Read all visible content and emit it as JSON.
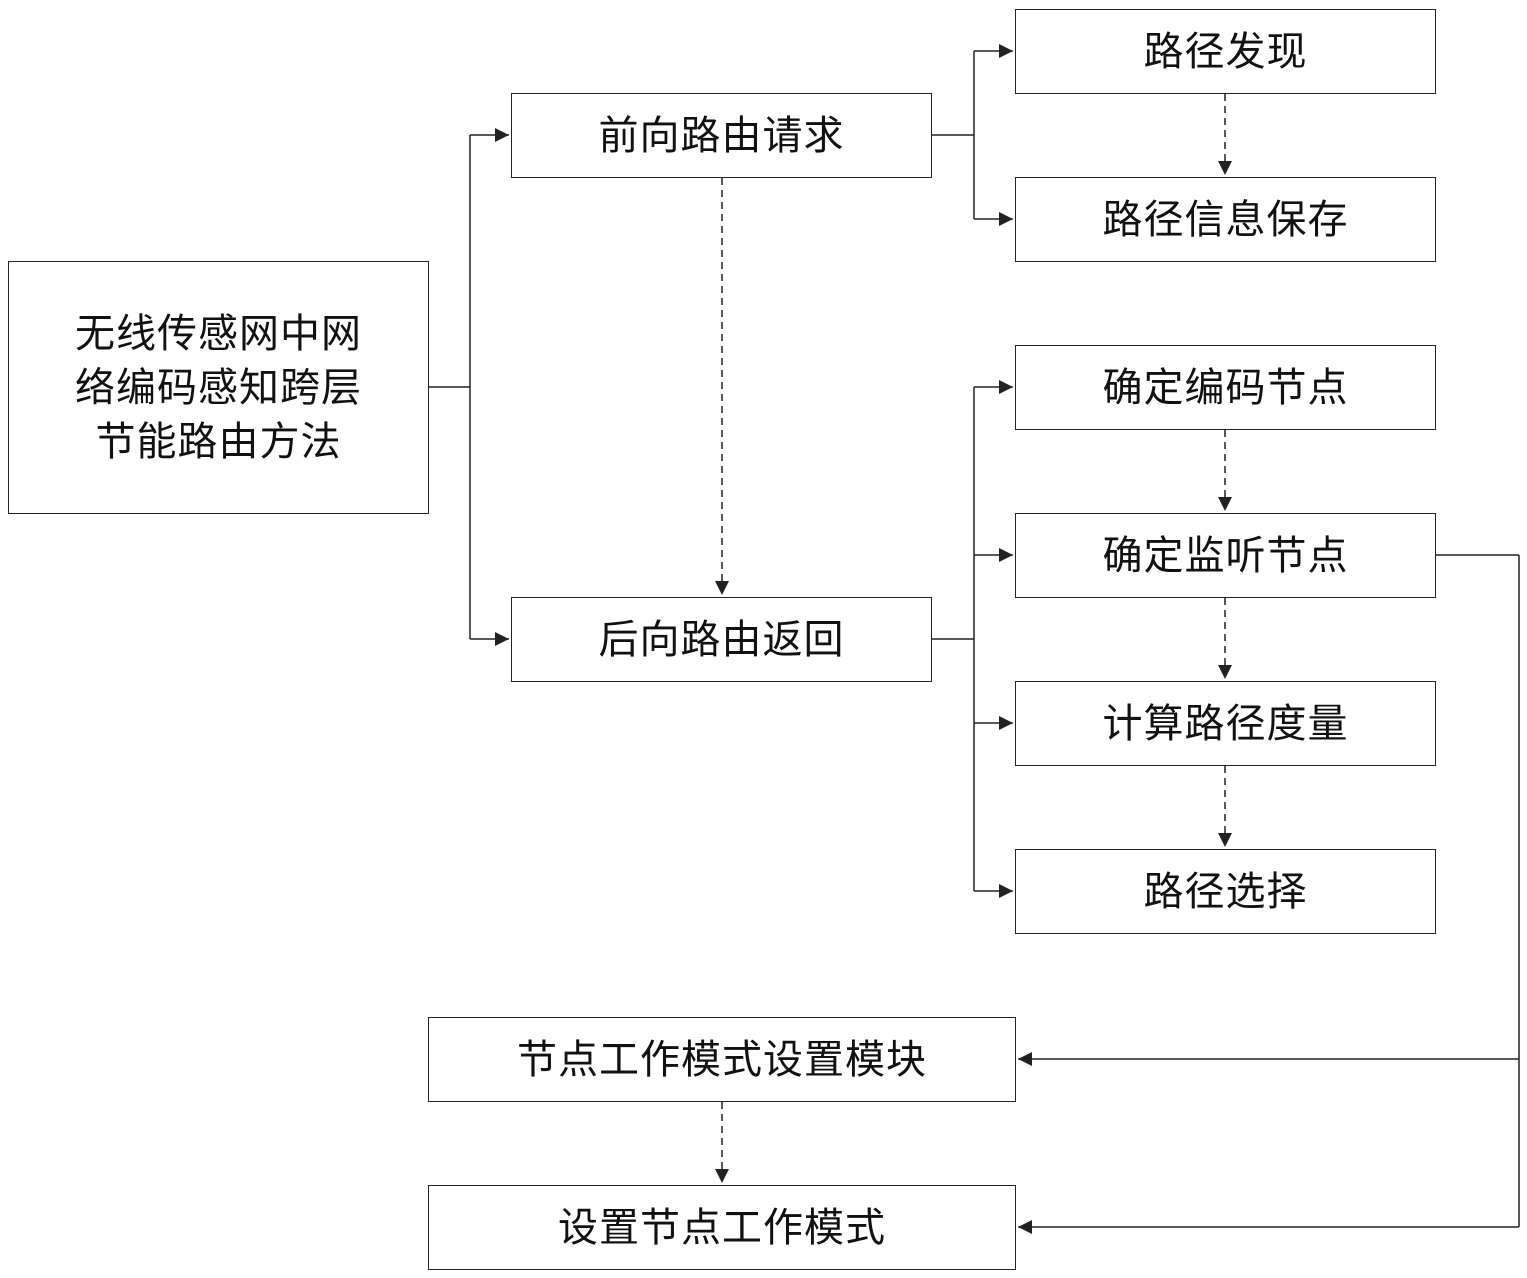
{
  "nodes": {
    "main": [
      "无线传感网中网",
      "络编码感知跨层",
      "节能路由方法"
    ],
    "forward_request": "前向路由请求",
    "backward_return": "后向路由返回",
    "path_discovery": "路径发现",
    "path_info_save": "路径信息保存",
    "determine_coding_node": "确定编码节点",
    "determine_listen_node": "确定监听节点",
    "compute_path_metric": "计算路径度量",
    "path_selection": "路径选择",
    "node_mode_module": "节点工作模式设置模块",
    "set_node_mode": "设置节点工作模式"
  },
  "edges": [
    {
      "from": "main",
      "to": "forward_request",
      "style": "solid"
    },
    {
      "from": "main",
      "to": "backward_return",
      "style": "solid"
    },
    {
      "from": "forward_request",
      "to": "backward_return",
      "style": "dashed"
    },
    {
      "from": "forward_request",
      "to": "path_discovery",
      "style": "solid"
    },
    {
      "from": "forward_request",
      "to": "path_info_save",
      "style": "solid"
    },
    {
      "from": "path_discovery",
      "to": "path_info_save",
      "style": "dashed"
    },
    {
      "from": "backward_return",
      "to": "determine_coding_node",
      "style": "solid"
    },
    {
      "from": "backward_return",
      "to": "determine_listen_node",
      "style": "solid"
    },
    {
      "from": "backward_return",
      "to": "compute_path_metric",
      "style": "solid"
    },
    {
      "from": "backward_return",
      "to": "path_selection",
      "style": "solid"
    },
    {
      "from": "determine_coding_node",
      "to": "determine_listen_node",
      "style": "dashed"
    },
    {
      "from": "determine_listen_node",
      "to": "compute_path_metric",
      "style": "dashed"
    },
    {
      "from": "compute_path_metric",
      "to": "path_selection",
      "style": "dashed"
    },
    {
      "from": "determine_listen_node",
      "to": "node_mode_module",
      "style": "solid"
    },
    {
      "from": "determine_listen_node",
      "to": "set_node_mode",
      "style": "solid"
    },
    {
      "from": "node_mode_module",
      "to": "set_node_mode",
      "style": "dashed"
    }
  ],
  "colors": {
    "line": "#222222",
    "text": "#111111",
    "background": "#ffffff"
  }
}
